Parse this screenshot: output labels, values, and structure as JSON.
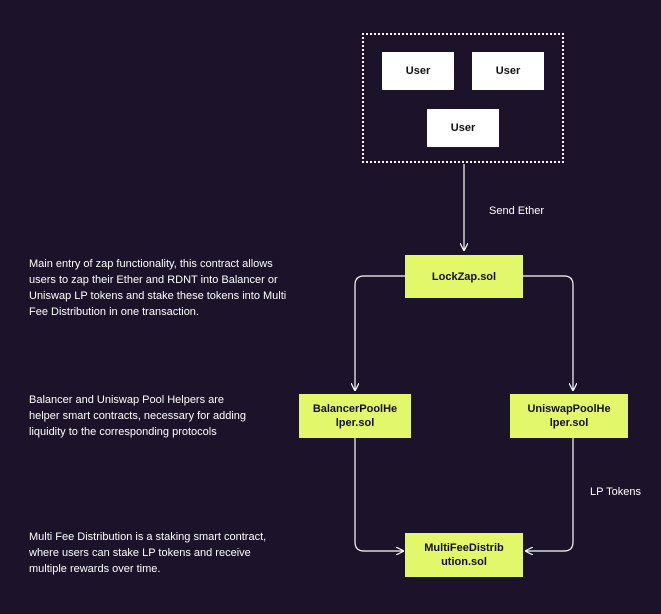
{
  "users": [
    "User",
    "User",
    "User"
  ],
  "edges": {
    "send_ether": "Send Ether",
    "lp_tokens": "LP Tokens"
  },
  "nodes": {
    "lockzap": "LockZap.sol",
    "balancer": "BalancerPoolHe\nlper.sol",
    "uniswap": "UniswapPoolHe\nlper.sol",
    "multifee": "MultiFeeDistrib\nution.sol"
  },
  "descriptions": {
    "lockzap": "Main entry of zap functionality, this contract allows\nusers to zap their Ether and RDNT into Balancer or\nUniswap LP tokens and stake these tokens into Multi\nFee Distribution in one transaction.",
    "helpers": "Balancer and Uniswap Pool Helpers are\nhelper smart contracts, necessary for adding\nliquidity to the corresponding protocols",
    "multifee": "Multi Fee Distribution is a staking smart contract,\nwhere users can stake LP tokens and receive\nmultiple rewards over time."
  },
  "colors": {
    "background": "#1c1229",
    "node_fill": "#e2f76a",
    "user_fill": "#ffffff",
    "line": "#ffffff"
  }
}
